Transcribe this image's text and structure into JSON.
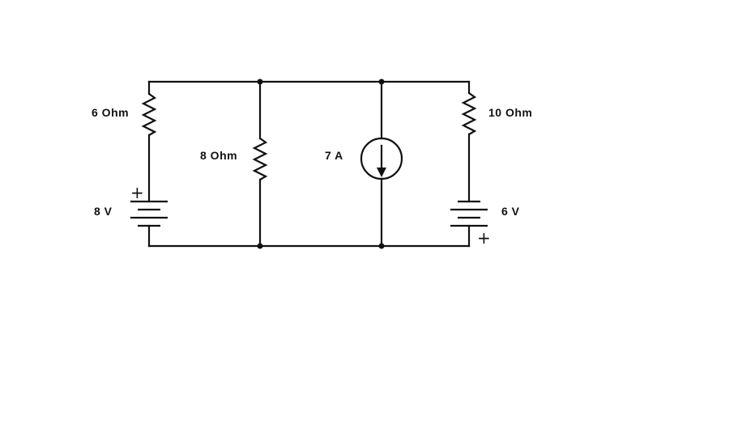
{
  "components": {
    "r1": {
      "label": "6 Ohm"
    },
    "r2": {
      "label": "8 Ohm"
    },
    "r3": {
      "label": "10 Ohm"
    },
    "cs": {
      "label": "7 A"
    },
    "v1": {
      "label": "8 V",
      "plus": "+"
    },
    "v2": {
      "label": "6 V",
      "plus": "+"
    }
  }
}
